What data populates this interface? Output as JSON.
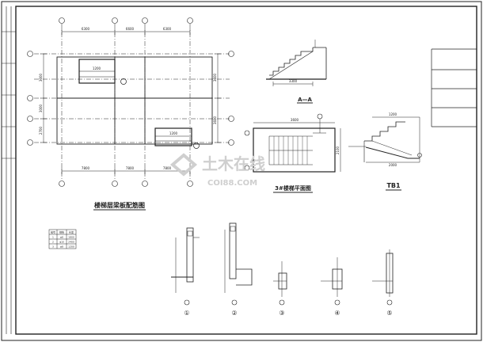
{
  "sheet": {
    "title": "楼梯层梁板配筋图",
    "watermark": {
      "text_cn": "土木在线",
      "text_en": "COI88.COM"
    }
  },
  "plan": {
    "top_dims": [
      "6300",
      "6600",
      "6300"
    ],
    "bottom_dims": [
      "7800",
      "7800",
      "7800"
    ],
    "left_dims": [
      "3000",
      "3000",
      "2700"
    ],
    "right_dims": [
      "3600",
      "3600"
    ],
    "box_labels": [
      "1200",
      "1200"
    ]
  },
  "section_aa": {
    "label": "A—A",
    "base_dim": "3300"
  },
  "stair_plan": {
    "label": "3#楼梯平面图",
    "dims": [
      "3600",
      "2100"
    ]
  },
  "tb1": {
    "label": "TB1",
    "dims": [
      "1200",
      "2000"
    ]
  },
  "table": {
    "rows": [
      [
        "编号",
        "规格",
        "长度"
      ],
      [
        "1",
        "φ8",
        "1800"
      ],
      [
        "2",
        "φ10",
        "2400"
      ],
      [
        "3",
        "φ8",
        "1200"
      ]
    ]
  },
  "details": {
    "labels": [
      "①",
      "②",
      "③",
      "④",
      "⑤"
    ]
  },
  "colors": {
    "ink": "#222222",
    "watermark": "#cfcfcf"
  }
}
